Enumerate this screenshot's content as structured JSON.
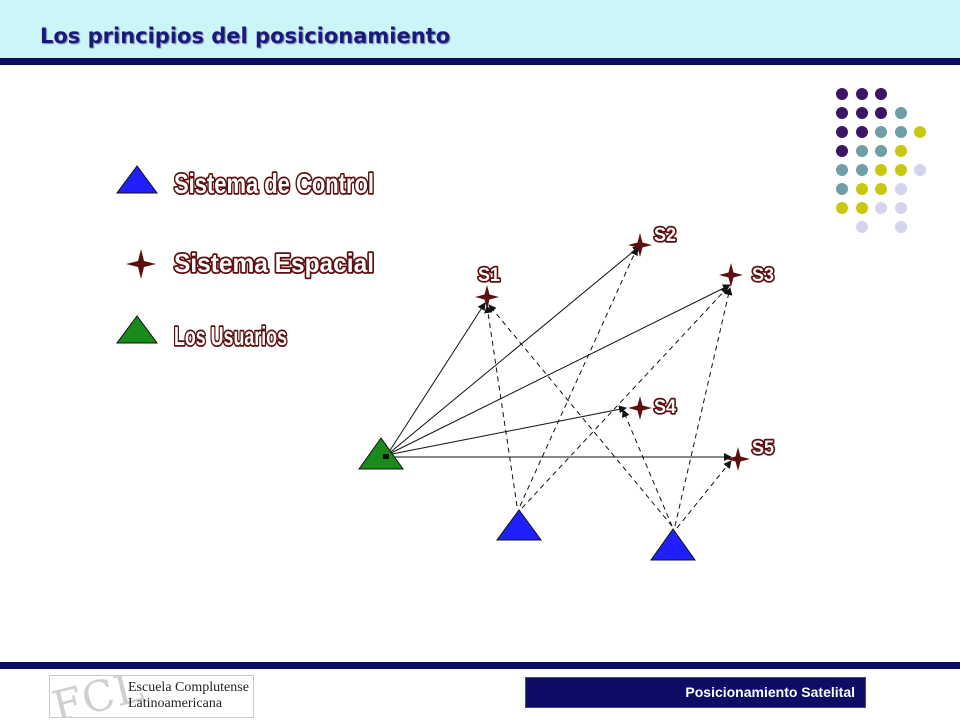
{
  "header": {
    "title": "Los principios del posicionamiento"
  },
  "legend": {
    "control_label": "Sistema de Control",
    "space_label": "Sistema Espacial",
    "users_label": "Los Usuarios"
  },
  "satellites": [
    {
      "id": "s1",
      "label": "S1"
    },
    {
      "id": "s2",
      "label": "S2"
    },
    {
      "id": "s3",
      "label": "S3"
    },
    {
      "id": "s4",
      "label": "S4"
    },
    {
      "id": "s5",
      "label": "S5"
    }
  ],
  "colors": {
    "control_triangle": "#1f1fff",
    "user_triangle": "#1a8a1a",
    "satellite_star": "#5c0f0f",
    "header_bg": "#ccf5f8",
    "navy": "#0d0d66",
    "dot_purple": "#3d1566",
    "dot_teal": "#6f9fa6",
    "dot_yellow": "#c8c810",
    "dot_lavender": "#d4d4ec"
  },
  "footer": {
    "logo_mark": "FCL",
    "logo_line1": "Escuela Complutense",
    "logo_line2": "Latinoamericana",
    "badge_text": "Posicionamiento Satelital"
  }
}
